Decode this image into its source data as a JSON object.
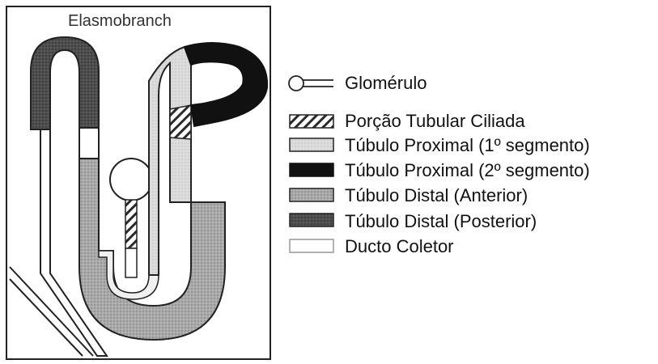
{
  "diagram": {
    "title": "Elasmobranch",
    "legend": [
      {
        "key": "glomerulus",
        "label": "Glomérulo"
      },
      {
        "key": "ciliated",
        "label": "Porção Tubular Ciliada"
      },
      {
        "key": "proximal1",
        "label": "Túbulo Proximal (1º segmento)"
      },
      {
        "key": "proximal2",
        "label": "Túbulo Proximal (2º segmento)"
      },
      {
        "key": "distal_anterior",
        "label": "Túbulo Distal (Anterior)"
      },
      {
        "key": "distal_posterior",
        "label": "Túbulo Distal (Posterior)"
      },
      {
        "key": "collecting_duct",
        "label": "Ducto Coletor"
      }
    ],
    "colors": {
      "outline": "#1a1a1a",
      "proximal2": "#111111",
      "distal_posterior": "#4a4a4a",
      "distal_anterior": "#a8a8a8",
      "proximal1": "#d8d8d8",
      "collecting_duct": "#ffffff",
      "ciliated_bg": "#ffffff",
      "ciliated_stripe": "#2a2a2a"
    }
  }
}
